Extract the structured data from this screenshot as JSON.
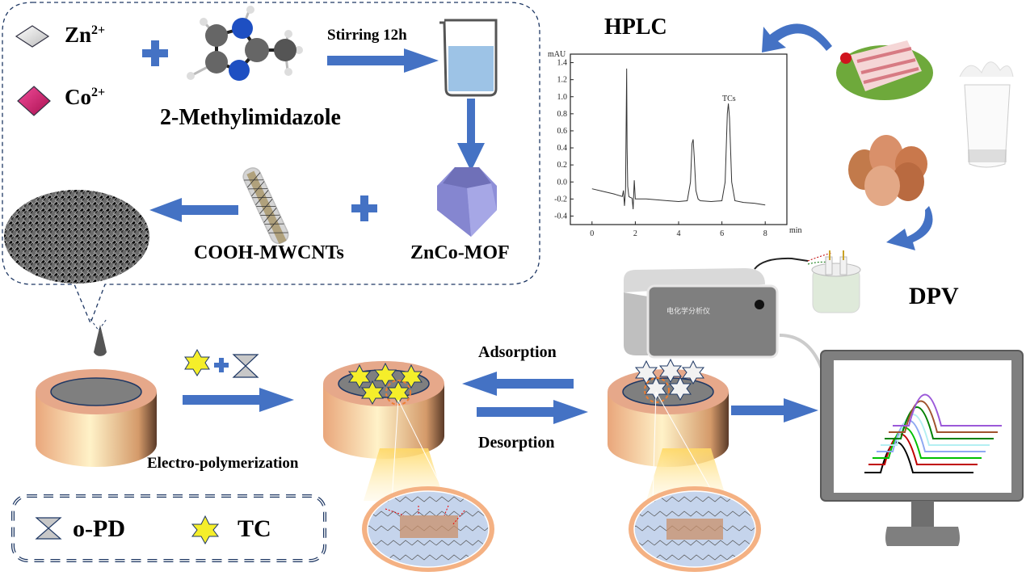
{
  "synthesis": {
    "zn_label": "Zn",
    "zn_charge": "2+",
    "co_label": "Co",
    "co_charge": "2+",
    "ligand_label": "2-Methylimidazole",
    "stirring_label": "Stirring 12h",
    "mof_label": "ZnCo-MOF",
    "cnt_label": "COOH-MWCNTs"
  },
  "electrode": {
    "polymerization_label": "Electro-polymerization",
    "adsorption_label": "Adsorption",
    "desorption_label": "Desorption"
  },
  "legend": {
    "opd_label": "o-PD",
    "tc_label": "TC"
  },
  "detection": {
    "hplc_title": "HPLC",
    "dpv_title": "DPV",
    "instrument_text": "电化学分析仪"
  },
  "colors": {
    "arrow_blue": "#4472C4",
    "dashed_border": "#1F3864",
    "electrode_copper": "#E8B08A",
    "electrode_surface": "#7F7F7F",
    "tc_star": "#F5EE2A",
    "co_diamond": "#D6186A",
    "mof_purple": "#8E8FD8"
  },
  "chart_data": {
    "type": "line",
    "title": "HPLC",
    "xlabel": "min",
    "ylabel": "mAU",
    "xlim": [
      -1,
      9
    ],
    "ylim": [
      -0.5,
      1.5
    ],
    "xticks": [
      0,
      2,
      4,
      6,
      8
    ],
    "yticks": [
      -0.4,
      -0.2,
      0.0,
      0.2,
      0.4,
      0.6,
      0.8,
      1.0,
      1.2,
      1.4
    ],
    "ytick_labels": [
      "-0.4",
      "-0.2",
      "0.0",
      "0.2",
      "0.4",
      "0.6",
      "0.8",
      "1.0",
      "1.2",
      "1.4"
    ],
    "xtick_labels": [
      "0",
      "2",
      "4",
      "6",
      "8"
    ],
    "annotations": [
      {
        "text": "TCs",
        "x": 6.3,
        "y": 1.0
      }
    ],
    "series": [
      {
        "name": "chromatogram",
        "x": [
          0,
          0.5,
          1.0,
          1.4,
          1.45,
          1.5,
          1.55,
          1.6,
          1.62,
          1.65,
          1.7,
          1.75,
          1.85,
          1.9,
          1.95,
          2.0,
          2.05,
          2.1,
          2.5,
          3.0,
          3.5,
          4.0,
          4.4,
          4.55,
          4.62,
          4.67,
          4.72,
          4.8,
          4.9,
          5.0,
          5.5,
          6.0,
          6.15,
          6.25,
          6.3,
          6.35,
          6.45,
          6.6,
          7.0,
          7.5,
          8.0
        ],
        "y": [
          -0.08,
          -0.11,
          -0.14,
          -0.17,
          -0.1,
          -0.28,
          -0.1,
          1.33,
          0.4,
          -0.05,
          -0.17,
          -0.18,
          -0.19,
          -0.32,
          0.02,
          -0.2,
          -0.2,
          -0.2,
          -0.2,
          -0.21,
          -0.22,
          -0.23,
          -0.22,
          0.0,
          0.45,
          0.5,
          0.3,
          -0.1,
          -0.2,
          -0.22,
          -0.23,
          -0.22,
          0.0,
          0.8,
          0.92,
          0.75,
          0.0,
          -0.22,
          -0.24,
          -0.25,
          -0.27
        ]
      }
    ]
  }
}
